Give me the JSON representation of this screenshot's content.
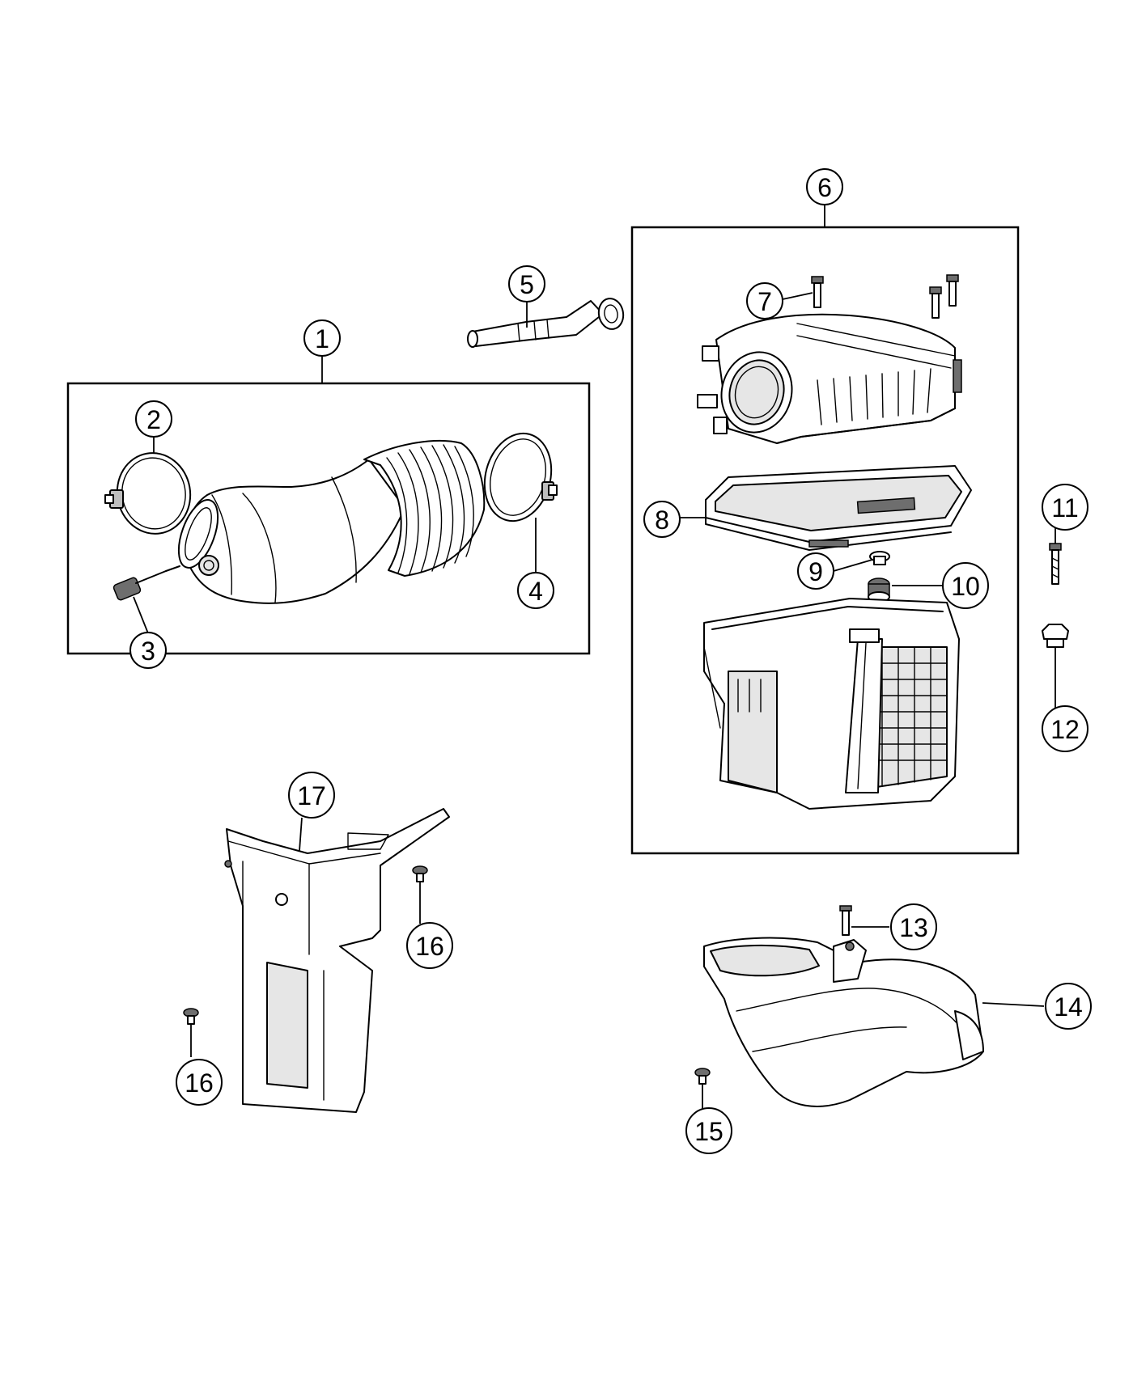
{
  "callouts": {
    "c1": "1",
    "c2": "2",
    "c3": "3",
    "c4": "4",
    "c5": "5",
    "c6": "6",
    "c7": "7",
    "c8": "8",
    "c9": "9",
    "c10": "10",
    "c11": "11",
    "c12": "12",
    "c13": "13",
    "c14": "14",
    "c15": "15",
    "c16a": "16",
    "c16b": "16",
    "c17": "17"
  }
}
